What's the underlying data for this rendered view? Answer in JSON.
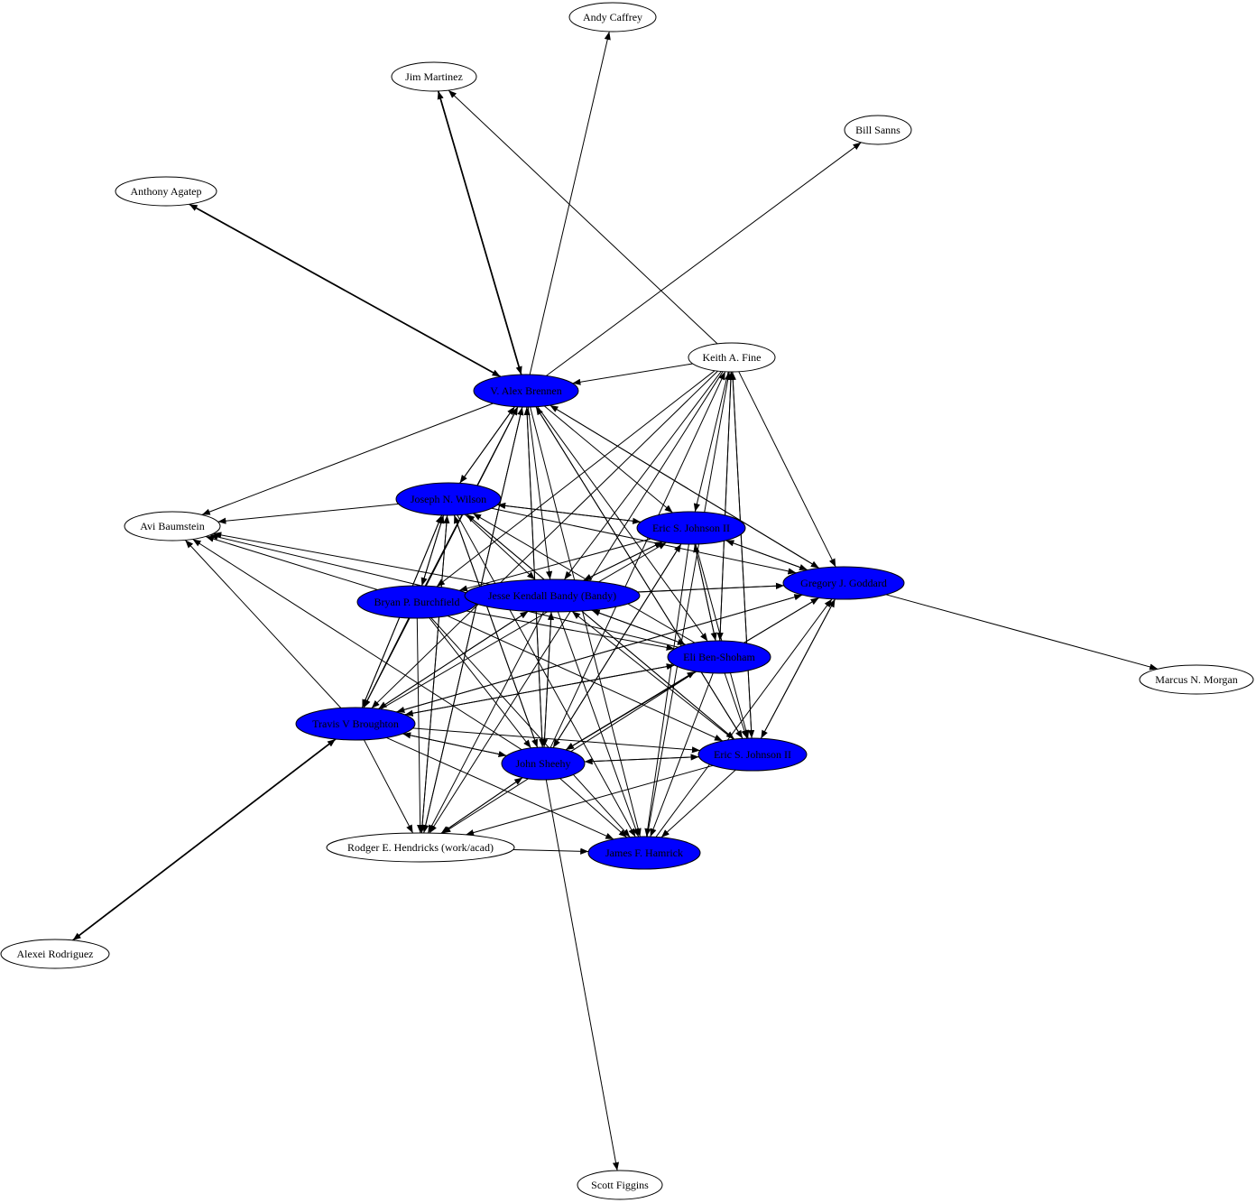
{
  "graph": {
    "type": "directed-graph",
    "colors": {
      "highlight_fill": "#0000ff",
      "default_fill": "#ffffff",
      "stroke": "#000000",
      "text": "#000000"
    },
    "nodes": [
      {
        "id": "andy",
        "label": "Andy Caffrey",
        "highlight": false
      },
      {
        "id": "jim",
        "label": "Jim Martinez",
        "highlight": false
      },
      {
        "id": "bill",
        "label": "Bill Sanns",
        "highlight": false
      },
      {
        "id": "anthony",
        "label": "Anthony Agatep",
        "highlight": false
      },
      {
        "id": "keith",
        "label": "Keith A. Fine",
        "highlight": false
      },
      {
        "id": "alex",
        "label": "V. Alex Brennen",
        "highlight": true
      },
      {
        "id": "joseph",
        "label": "Joseph N. Wilson",
        "highlight": true
      },
      {
        "id": "avi",
        "label": "Avi Baumstein",
        "highlight": false
      },
      {
        "id": "eric1",
        "label": "Eric S. Johnson II",
        "highlight": true
      },
      {
        "id": "gregory",
        "label": "Gregory J. Goddard",
        "highlight": true
      },
      {
        "id": "bryan",
        "label": "Bryan P. Burchfield",
        "highlight": true
      },
      {
        "id": "kendall",
        "label": "Jesse Kendall Bandy (Bandy)",
        "highlight": true
      },
      {
        "id": "benshoham",
        "label": "Eli Ben-Shoham",
        "highlight": true
      },
      {
        "id": "marcus",
        "label": "Marcus N. Morgan",
        "highlight": false
      },
      {
        "id": "travis",
        "label": "Travis V Broughton",
        "highlight": true
      },
      {
        "id": "john",
        "label": "John Sheehy",
        "highlight": true
      },
      {
        "id": "eric2",
        "label": "Eric S. Johnson II",
        "highlight": true
      },
      {
        "id": "rodger",
        "label": "Rodger E. Hendricks (work/acad)",
        "highlight": false
      },
      {
        "id": "james",
        "label": "James F. Hamrick",
        "highlight": true
      },
      {
        "id": "alexei",
        "label": "Alexei Rodriguez",
        "highlight": false
      },
      {
        "id": "scott",
        "label": "Scott Figgins",
        "highlight": false
      }
    ],
    "edges": [
      [
        "alex",
        "andy"
      ],
      [
        "alex",
        "jim"
      ],
      [
        "jim",
        "alex"
      ],
      [
        "alex",
        "bill"
      ],
      [
        "anthony",
        "alex"
      ],
      [
        "alex",
        "anthony"
      ],
      [
        "keith",
        "alex"
      ],
      [
        "keith",
        "jim"
      ],
      [
        "keith",
        "gregory"
      ],
      [
        "keith",
        "eric1"
      ],
      [
        "keith",
        "benshoham"
      ],
      [
        "keith",
        "eric2"
      ],
      [
        "keith",
        "travis"
      ],
      [
        "keith",
        "kendall"
      ],
      [
        "keith",
        "rodger"
      ],
      [
        "keith",
        "bryan"
      ],
      [
        "john",
        "keith"
      ],
      [
        "james",
        "keith"
      ],
      [
        "benshoham",
        "keith"
      ],
      [
        "eric2",
        "keith"
      ],
      [
        "alex",
        "avi"
      ],
      [
        "joseph",
        "avi"
      ],
      [
        "kendall",
        "avi"
      ],
      [
        "bryan",
        "avi"
      ],
      [
        "travis",
        "avi"
      ],
      [
        "john",
        "avi"
      ],
      [
        "benshoham",
        "avi"
      ],
      [
        "alex",
        "joseph"
      ],
      [
        "alex",
        "eric1"
      ],
      [
        "alex",
        "gregory"
      ],
      [
        "alex",
        "benshoham"
      ],
      [
        "alex",
        "eric2"
      ],
      [
        "alex",
        "john"
      ],
      [
        "alex",
        "kendall"
      ],
      [
        "alex",
        "travis"
      ],
      [
        "alex",
        "james"
      ],
      [
        "alex",
        "rodger"
      ],
      [
        "joseph",
        "alex"
      ],
      [
        "bryan",
        "alex"
      ],
      [
        "travis",
        "alex"
      ],
      [
        "john",
        "alex"
      ],
      [
        "gregory",
        "alex"
      ],
      [
        "rodger",
        "alex"
      ],
      [
        "eric2",
        "alex"
      ],
      [
        "joseph",
        "eric1"
      ],
      [
        "eric1",
        "joseph"
      ],
      [
        "joseph",
        "gregory"
      ],
      [
        "joseph",
        "bryan"
      ],
      [
        "joseph",
        "travis"
      ],
      [
        "joseph",
        "rodger"
      ],
      [
        "joseph",
        "john"
      ],
      [
        "joseph",
        "eric2"
      ],
      [
        "joseph",
        "james"
      ],
      [
        "joseph",
        "kendall"
      ],
      [
        "bryan",
        "joseph"
      ],
      [
        "travis",
        "joseph"
      ],
      [
        "rodger",
        "joseph"
      ],
      [
        "john",
        "joseph"
      ],
      [
        "eric2",
        "joseph"
      ],
      [
        "benshoham",
        "joseph"
      ],
      [
        "eric1",
        "gregory"
      ],
      [
        "gregory",
        "eric1"
      ],
      [
        "eric1",
        "benshoham"
      ],
      [
        "benshoham",
        "eric1"
      ],
      [
        "eric1",
        "eric2"
      ],
      [
        "eric1",
        "kendall"
      ],
      [
        "eric1",
        "bryan"
      ],
      [
        "eric1",
        "john"
      ],
      [
        "eric1",
        "james"
      ],
      [
        "john",
        "eric1"
      ],
      [
        "kendall",
        "eric1"
      ],
      [
        "travis",
        "eric1"
      ],
      [
        "gregory",
        "marcus"
      ],
      [
        "gregory",
        "travis"
      ],
      [
        "gregory",
        "john"
      ],
      [
        "gregory",
        "eric2"
      ],
      [
        "eric2",
        "gregory"
      ],
      [
        "kendall",
        "gregory"
      ],
      [
        "bryan",
        "gregory"
      ],
      [
        "travis",
        "gregory"
      ],
      [
        "john",
        "gregory"
      ],
      [
        "james",
        "gregory"
      ],
      [
        "bryan",
        "kendall"
      ],
      [
        "kendall",
        "bryan"
      ],
      [
        "bryan",
        "benshoham"
      ],
      [
        "bryan",
        "eric2"
      ],
      [
        "bryan",
        "john"
      ],
      [
        "bryan",
        "james"
      ],
      [
        "bryan",
        "rodger"
      ],
      [
        "bryan",
        "travis"
      ],
      [
        "kendall",
        "travis"
      ],
      [
        "kendall",
        "rodger"
      ],
      [
        "kendall",
        "james"
      ],
      [
        "kendall",
        "benshoham"
      ],
      [
        "kendall",
        "john"
      ],
      [
        "benshoham",
        "kendall"
      ],
      [
        "john",
        "kendall"
      ],
      [
        "eric2",
        "kendall"
      ],
      [
        "travis",
        "kendall"
      ],
      [
        "benshoham",
        "travis"
      ],
      [
        "benshoham",
        "eric2"
      ],
      [
        "benshoham",
        "john"
      ],
      [
        "benshoham",
        "rodger"
      ],
      [
        "benshoham",
        "james"
      ],
      [
        "john",
        "benshoham"
      ],
      [
        "travis",
        "benshoham"
      ],
      [
        "travis",
        "john"
      ],
      [
        "john",
        "travis"
      ],
      [
        "travis",
        "eric2"
      ],
      [
        "travis",
        "rodger"
      ],
      [
        "travis",
        "james"
      ],
      [
        "travis",
        "alexei"
      ],
      [
        "alexei",
        "travis"
      ],
      [
        "john",
        "eric2"
      ],
      [
        "eric2",
        "john"
      ],
      [
        "john",
        "james"
      ],
      [
        "john",
        "rodger"
      ],
      [
        "rodger",
        "john"
      ],
      [
        "john",
        "scott"
      ],
      [
        "eric2",
        "rodger"
      ],
      [
        "eric2",
        "james"
      ],
      [
        "rodger",
        "james"
      ]
    ]
  }
}
